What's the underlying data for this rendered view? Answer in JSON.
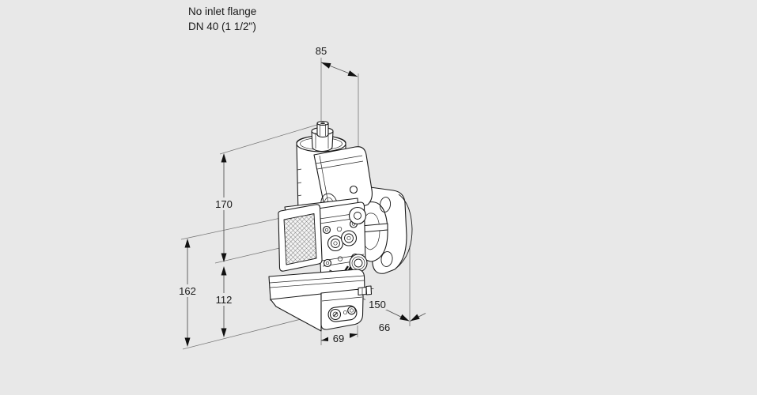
{
  "page": {
    "background_color": "#e8e8e8",
    "line_color": "#1a1a1a",
    "dimension_line_color": "#555555"
  },
  "note": {
    "line1": "No inlet flange",
    "line2": "DN 40 (1 1/2\")"
  },
  "dimensions": {
    "top_width": "85",
    "upper_height": "170",
    "total_lower_height": "162",
    "lower_height": "112",
    "block_depth": "69",
    "overall_length": "150",
    "flange_to_end": "66"
  }
}
